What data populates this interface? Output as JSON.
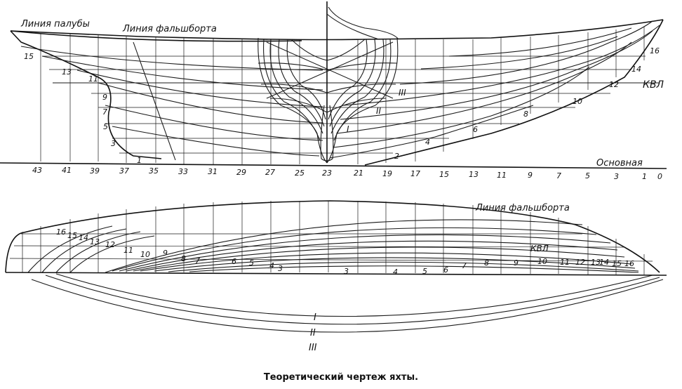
{
  "labels": {
    "deck_line": "Линия палубы",
    "bulwark_line_top": "Линия фальшборта",
    "bulwark_line_bottom": "Линия фальшборта",
    "waterline": "КВЛ",
    "baseline": "Основная",
    "caption": "Теоретический чертеж яхты."
  },
  "station_numbers": [
    "43",
    "41",
    "39",
    "37",
    "35",
    "33",
    "31",
    "29",
    "27",
    "25",
    "23",
    "21",
    "19",
    "17",
    "15",
    "13",
    "11",
    "9",
    "7",
    "5",
    "3",
    "1",
    "0"
  ],
  "aft_level_numbers": [
    "15",
    "13",
    "11",
    "9",
    "7",
    "5",
    "3",
    "1"
  ],
  "fwd_level_numbers": [
    "2",
    "4",
    "6",
    "8",
    "10",
    "12",
    "14",
    "16"
  ],
  "body_plan_numbers": [
    "III",
    "II",
    "I"
  ],
  "plan_left_numbers": [
    "16",
    "15",
    "14",
    "13",
    "12",
    "11",
    "10",
    "9",
    "8",
    "7",
    "6",
    "5",
    "4",
    "3"
  ],
  "plan_right_numbers": [
    "3",
    "4",
    "5",
    "6",
    "7",
    "8",
    "9",
    "10",
    "11",
    "12",
    "13",
    "14",
    "15",
    "16"
  ],
  "keel_section_numbers": [
    "I",
    "II",
    "III"
  ]
}
